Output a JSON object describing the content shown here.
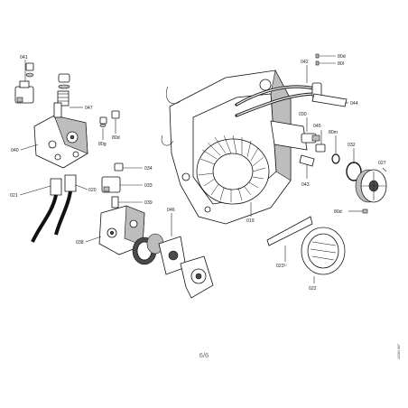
{
  "diagram": {
    "labels": {
      "p041": "041",
      "p047": "047",
      "p040": "040",
      "p80g": "80g",
      "p80d_pump": "80d",
      "p021": "021",
      "p020": "020",
      "p034": "034",
      "p033": "033",
      "p039": "039",
      "p038": "038",
      "p046": "046",
      "p019": "019",
      "p042": "042",
      "p80d_top": "80d",
      "p80l": "80l",
      "p044": "044",
      "p030": "030",
      "p045": "045",
      "p80m": "80m",
      "p032": "032",
      "p027": "027",
      "p043": "043",
      "p80d_bottom": "80d",
      "p023": "023¹⁾",
      "p022": "022"
    },
    "page_number": "6/6",
    "document_code": "12161 667"
  }
}
